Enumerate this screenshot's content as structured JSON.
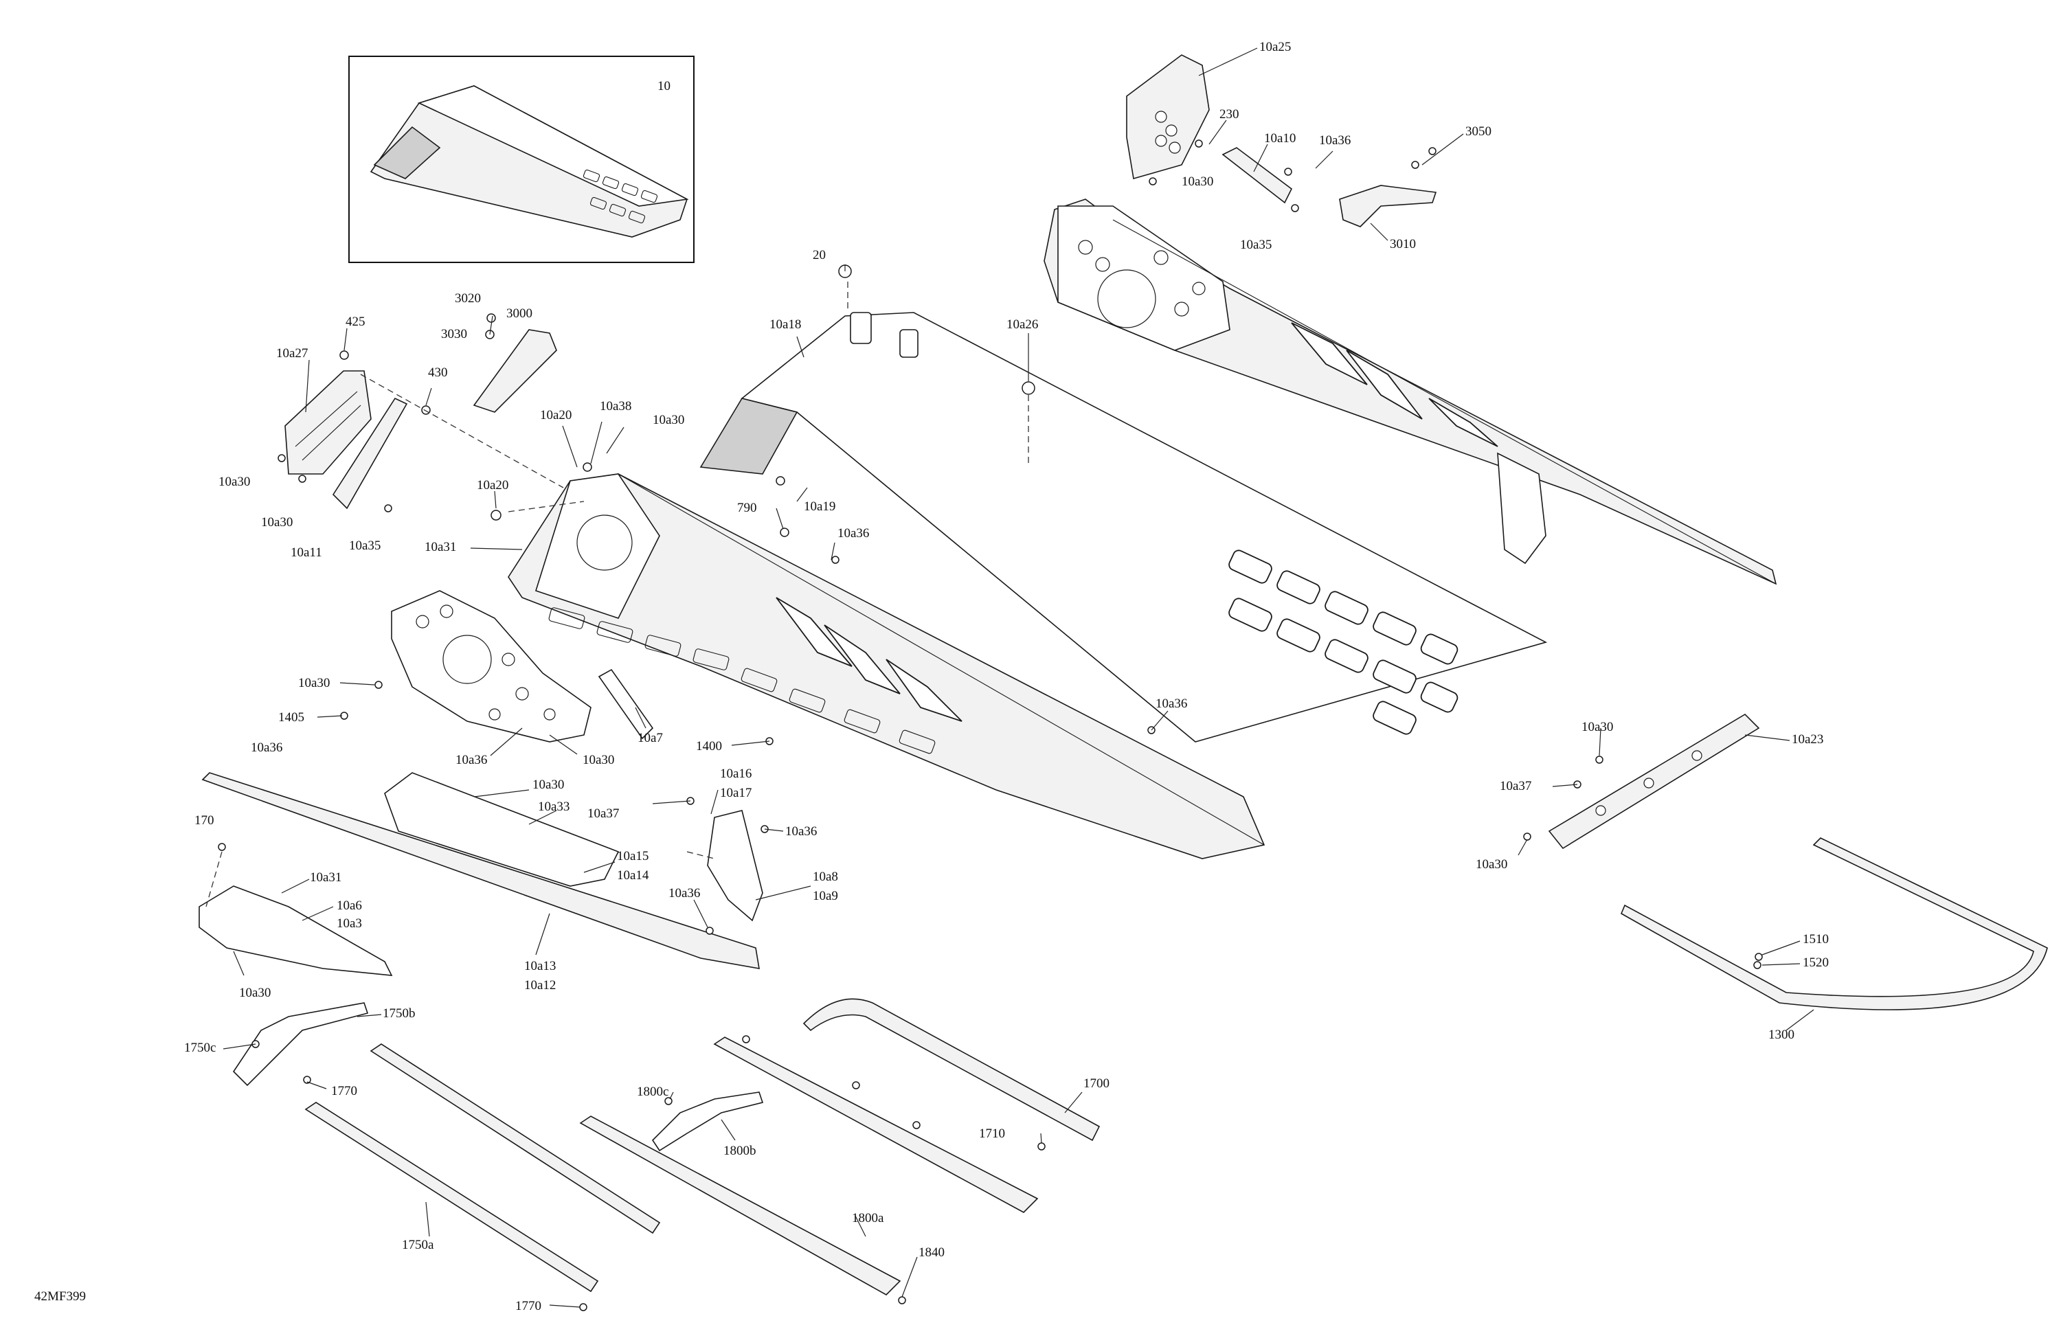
{
  "drawing_code": "42MF399",
  "inset_label": "10",
  "callouts": [
    {
      "id": "10a25",
      "text": "10a25"
    },
    {
      "id": "230",
      "text": "230"
    },
    {
      "id": "10a10",
      "text": "10a10"
    },
    {
      "id": "10a36-top",
      "text": "10a36"
    },
    {
      "id": "3050",
      "text": "3050"
    },
    {
      "id": "10a30-top",
      "text": "10a30"
    },
    {
      "id": "10a35-top",
      "text": "10a35"
    },
    {
      "id": "3010",
      "text": "3010"
    },
    {
      "id": "20",
      "text": "20"
    },
    {
      "id": "10a18",
      "text": "10a18"
    },
    {
      "id": "10a26",
      "text": "10a26"
    },
    {
      "id": "3020",
      "text": "3020"
    },
    {
      "id": "3000",
      "text": "3000"
    },
    {
      "id": "3030",
      "text": "3030"
    },
    {
      "id": "425",
      "text": "425"
    },
    {
      "id": "10a27",
      "text": "10a27"
    },
    {
      "id": "430",
      "text": "430"
    },
    {
      "id": "10a38",
      "text": "10a38"
    },
    {
      "id": "10a20-a",
      "text": "10a20"
    },
    {
      "id": "10a30-b",
      "text": "10a30"
    },
    {
      "id": "10a30-c",
      "text": "10a30"
    },
    {
      "id": "10a20-b",
      "text": "10a20"
    },
    {
      "id": "10a19",
      "text": "10a19"
    },
    {
      "id": "10a30-d",
      "text": "10a30"
    },
    {
      "id": "790",
      "text": "790"
    },
    {
      "id": "10a36-b",
      "text": "10a36"
    },
    {
      "id": "10a11",
      "text": "10a11"
    },
    {
      "id": "10a35-b",
      "text": "10a35"
    },
    {
      "id": "10a31-a",
      "text": "10a31"
    },
    {
      "id": "10a30-e",
      "text": "10a30"
    },
    {
      "id": "1405",
      "text": "1405"
    },
    {
      "id": "10a36-c",
      "text": "10a36"
    },
    {
      "id": "10a30-f",
      "text": "10a30"
    },
    {
      "id": "10a7",
      "text": "10a7"
    },
    {
      "id": "1400",
      "text": "1400"
    },
    {
      "id": "10a36-d",
      "text": "10a36"
    },
    {
      "id": "10a36-e",
      "text": "10a36"
    },
    {
      "id": "10a30-g",
      "text": "10a30"
    },
    {
      "id": "10a33",
      "text": "10a33"
    },
    {
      "id": "10a37-a",
      "text": "10a37"
    },
    {
      "id": "10a16",
      "text": "10a16"
    },
    {
      "id": "10a17",
      "text": "10a17"
    },
    {
      "id": "10a36-f",
      "text": "10a36"
    },
    {
      "id": "170",
      "text": "170"
    },
    {
      "id": "10a15",
      "text": "10a15"
    },
    {
      "id": "10a14",
      "text": "10a14"
    },
    {
      "id": "10a8",
      "text": "10a8"
    },
    {
      "id": "10a9",
      "text": "10a9"
    },
    {
      "id": "10a31-b",
      "text": "10a31"
    },
    {
      "id": "10a36-g",
      "text": "10a36"
    },
    {
      "id": "10a6",
      "text": "10a6"
    },
    {
      "id": "10a3",
      "text": "10a3"
    },
    {
      "id": "10a13",
      "text": "10a13"
    },
    {
      "id": "10a12",
      "text": "10a12"
    },
    {
      "id": "10a30-h",
      "text": "10a30"
    },
    {
      "id": "10a30-i",
      "text": "10a30"
    },
    {
      "id": "10a23",
      "text": "10a23"
    },
    {
      "id": "10a37-b",
      "text": "10a37"
    },
    {
      "id": "10a30-j",
      "text": "10a30"
    },
    {
      "id": "1510",
      "text": "1510"
    },
    {
      "id": "1520",
      "text": "1520"
    },
    {
      "id": "1300",
      "text": "1300"
    },
    {
      "id": "1750b",
      "text": "1750b"
    },
    {
      "id": "1750c",
      "text": "1750c"
    },
    {
      "id": "1770-a",
      "text": "1770"
    },
    {
      "id": "1800c",
      "text": "1800c"
    },
    {
      "id": "1700",
      "text": "1700"
    },
    {
      "id": "1710",
      "text": "1710"
    },
    {
      "id": "1800b",
      "text": "1800b"
    },
    {
      "id": "1750a",
      "text": "1750a"
    },
    {
      "id": "1800a",
      "text": "1800a"
    },
    {
      "id": "1840",
      "text": "1840"
    },
    {
      "id": "1770-b",
      "text": "1770"
    }
  ]
}
